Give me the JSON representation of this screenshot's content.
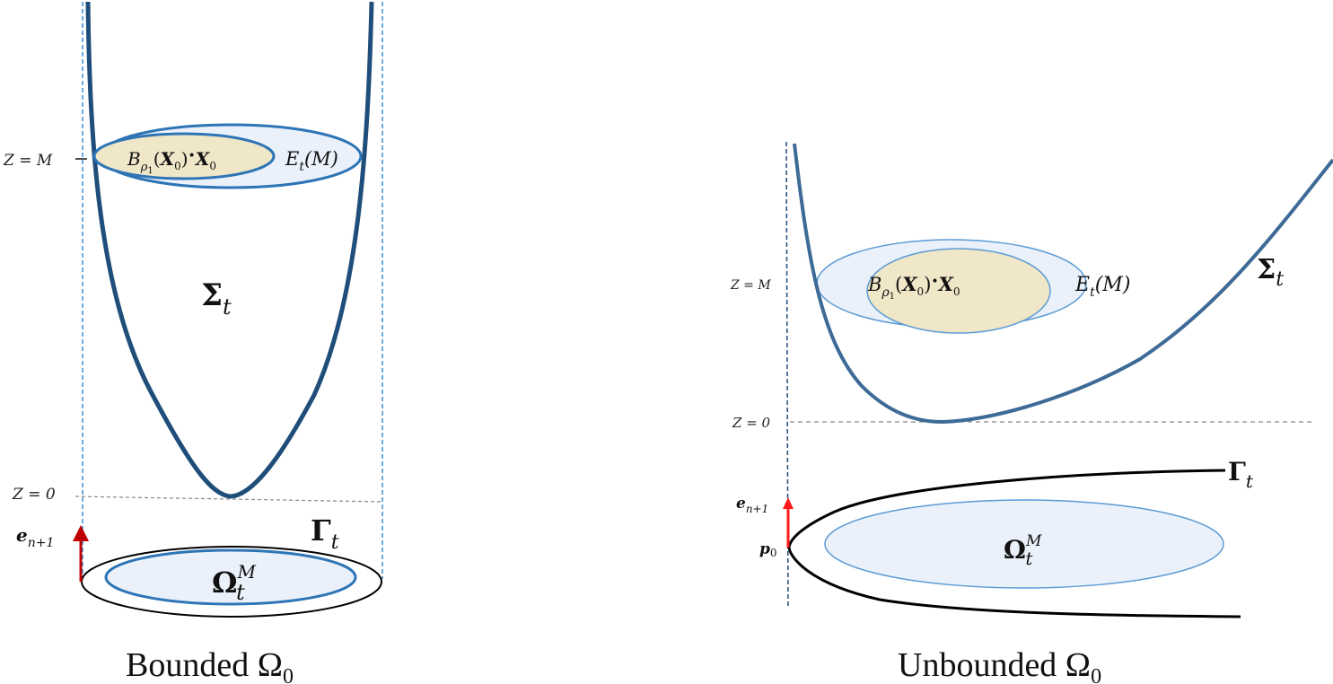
{
  "figure": {
    "left_panel": {
      "caption": "Bounded Ω",
      "caption_sub": "0",
      "z_m_label": "Z = M",
      "z_0_label": "Z = 0",
      "ball_label": {
        "B": "B",
        "sub": "ρ",
        "subsub": "1",
        "arg": "(X",
        "arg_sub": "0",
        "close": ")",
        "dot": "•",
        "point": "X",
        "point_sub": "0"
      },
      "ellipse_label": {
        "E": "E",
        "sub": "t",
        "arg": "(M)"
      },
      "surface_label": {
        "main": "Σ",
        "sub": "t"
      },
      "boundary_label": {
        "main": "Γ",
        "sub": "t"
      },
      "domain_label": {
        "main": "Ω",
        "sub": "t",
        "sup": "M"
      },
      "vector_label": {
        "main": "e",
        "sub": "n+1"
      }
    },
    "right_panel": {
      "caption": "Unbounded Ω",
      "caption_sub": "0",
      "z_m_label": "Z = M",
      "z_0_label": "Z = 0",
      "ball_label": {
        "B": "B",
        "sub": "ρ",
        "subsub": "1",
        "arg": "(X",
        "arg_sub": "0",
        "close": ")",
        "dot": "•",
        "point": "X",
        "point_sub": "0"
      },
      "ellipse_label": {
        "E": "E",
        "sub": "t",
        "arg": "(M)"
      },
      "surface_label": {
        "main": "Σ",
        "sub": "t"
      },
      "boundary_label": {
        "main": "Γ",
        "sub": "t"
      },
      "domain_label": {
        "main": "Ω",
        "sub": "t",
        "sup": "M"
      },
      "vector_label": {
        "main": "e",
        "sub": "n+1"
      },
      "point_label": {
        "main": "p",
        "sub": "0"
      }
    },
    "colors": {
      "surface_curve": "#1f4e7a",
      "surface_curve_right": "#3d6a96",
      "dashed_guide": "#3a8fd6",
      "dashed_guide_right": "#1f4e7a",
      "ellipse_stroke": "#2e75b6",
      "ellipse_fill": "#eaf1fa",
      "ball_fill": "#f0e6c8",
      "vector": "#d40000",
      "boundary": "#000000",
      "z_line": "#888888"
    }
  }
}
